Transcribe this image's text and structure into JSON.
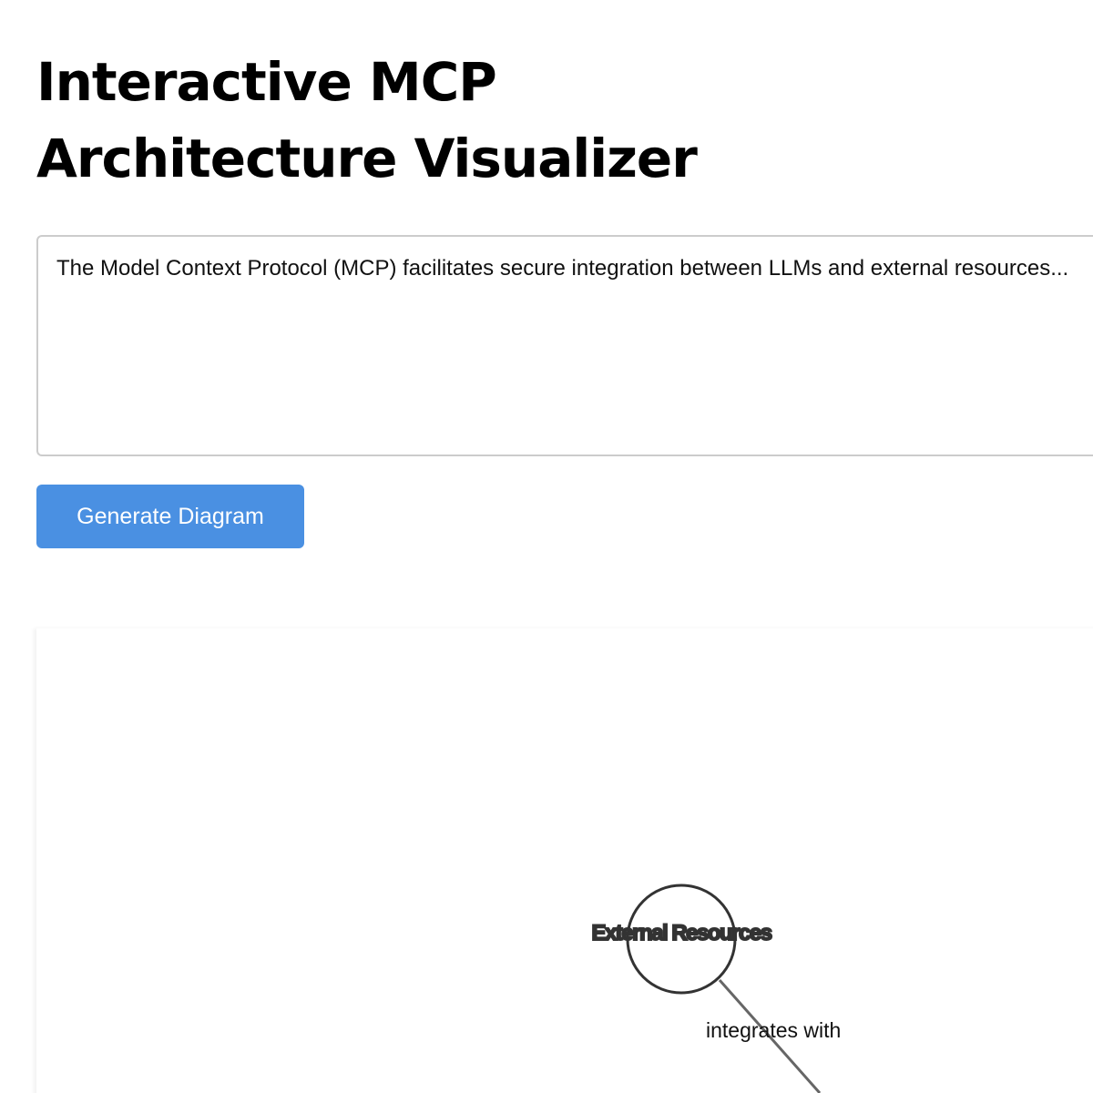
{
  "page": {
    "title": "Interactive MCP Architecture Visualizer"
  },
  "input": {
    "value": "The Model Context Protocol (MCP) facilitates secure integration between LLMs and external resources..."
  },
  "toolbar": {
    "generate_label": "Generate Diagram"
  },
  "diagram": {
    "nodes": [
      {
        "label": "External Resources"
      }
    ],
    "edges": [
      {
        "label": "integrates with"
      }
    ],
    "colors": {
      "accent": "#4a90e2",
      "node_stroke": "#333333",
      "edge": "#666666"
    }
  }
}
